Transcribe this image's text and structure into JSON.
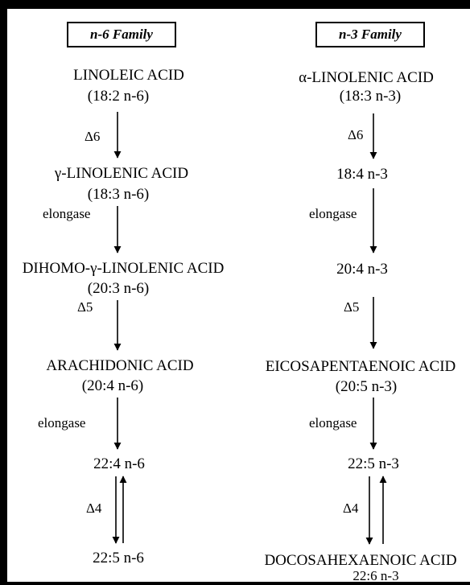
{
  "families": {
    "n6": {
      "title": "n-6 Family",
      "compounds": [
        {
          "name": "LINOLEIC ACID",
          "formula": "(18:2  n-6)"
        },
        {
          "name": "γ-LINOLENIC ACID",
          "formula": "(18:3  n-6)"
        },
        {
          "name": "DIHOMO-γ-LINOLENIC ACID",
          "formula": "(20:3  n-6)"
        },
        {
          "name": "ARACHIDONIC ACID",
          "formula": "(20:4  n-6)"
        },
        {
          "name": "22:4  n-6"
        },
        {
          "name": "22:5  n-6"
        }
      ],
      "enzymes": [
        "Δ6",
        "elongase",
        "Δ5",
        "elongase",
        "Δ4"
      ]
    },
    "n3": {
      "title": "n-3 Family",
      "compounds": [
        {
          "name": "α-LINOLENIC ACID",
          "formula": "(18:3  n-3)"
        },
        {
          "name": "18:4  n-3"
        },
        {
          "name": "20:4  n-3"
        },
        {
          "name": "EICOSAPENTAENOIC ACID",
          "formula": "(20:5  n-3)"
        },
        {
          "name": "22:5  n-3"
        },
        {
          "name": "DOCOSAHEXAENOIC ACID",
          "formula": "22:6 n-3"
        }
      ],
      "enzymes": [
        "Δ6",
        "elongase",
        "Δ5",
        "elongase",
        "Δ4"
      ]
    }
  }
}
